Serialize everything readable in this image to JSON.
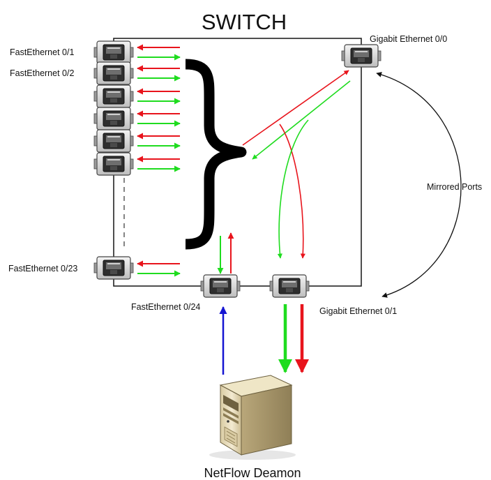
{
  "title": "SWITCH",
  "ports": {
    "fa01": "FastEthernet 0/1",
    "fa02": "FastEthernet 0/2",
    "fa023": "FastEthernet 0/23",
    "fa024": "FastEthernet 0/24",
    "gi00": "Gigabit Ethernet 0/0",
    "gi01": "Gigabit Ethernet 0/1"
  },
  "mirrored_label": "Mirrored Ports",
  "server_label": "NetFlow Deamon",
  "colors": {
    "inbound": "#e8141c",
    "outbound": "#1fdc1f",
    "netflow": "#1414d2",
    "outline": "#222222",
    "brace": "#000000"
  }
}
